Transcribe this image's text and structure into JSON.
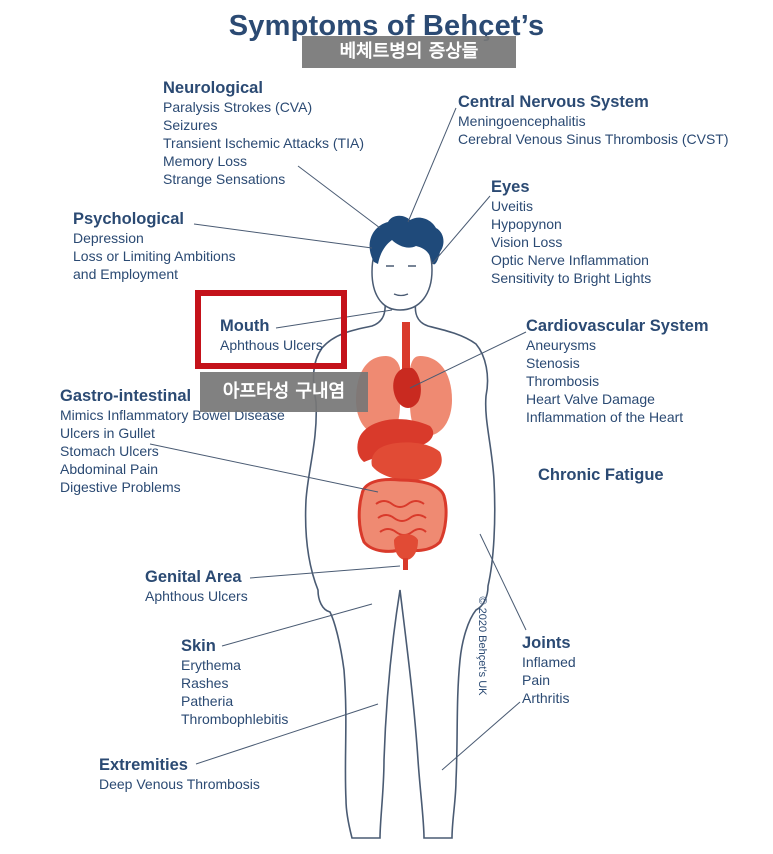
{
  "title": "Symptoms of Behçet’s",
  "title_caption": "베체트병의 증상들",
  "mouth_caption": "아프타성 구내염",
  "copyright": "© 2020 Behçet’s UK",
  "colors": {
    "text": "#2b4a73",
    "highlight": "#c4121a",
    "caption_bg": "#767676",
    "organ_red": "#d93a2b",
    "organ_salmon": "#ef8a72",
    "hair": "#1f4a7a"
  },
  "groups": [
    {
      "id": "neurological",
      "heading": "Neurological",
      "items": [
        "Paralysis Strokes (CVA)",
        "Seizures",
        "Transient Ischemic Attacks (TIA)",
        "Memory Loss",
        "Strange Sensations"
      ]
    },
    {
      "id": "cns",
      "heading": "Central Nervous System",
      "items": [
        "Meningoencephalitis",
        "Cerebral Venous Sinus Thrombosis (CVST)"
      ]
    },
    {
      "id": "psychological",
      "heading": "Psychological",
      "items": [
        "Depression",
        "Loss or Limiting Ambitions",
        "and Employment"
      ]
    },
    {
      "id": "eyes",
      "heading": "Eyes",
      "items": [
        "Uveitis",
        "Hypopynon",
        "Vision Loss",
        "Optic Nerve Inflammation",
        "Sensitivity to Bright Lights"
      ]
    },
    {
      "id": "mouth",
      "heading": "Mouth",
      "items": [
        "Aphthous Ulcers"
      ]
    },
    {
      "id": "cardio",
      "heading": "Cardiovascular System",
      "items": [
        "Aneurysms",
        "Stenosis",
        "Thrombosis",
        "Heart Valve Damage",
        "Inflammation of the Heart"
      ]
    },
    {
      "id": "gastro",
      "heading": "Gastro-intestinal",
      "items": [
        "Mimics Inflammatory Bowel Disease",
        "Ulcers in Gullet",
        "Stomach Ulcers",
        "Abdominal Pain",
        "Digestive Problems"
      ]
    },
    {
      "id": "fatigue",
      "heading": "Chronic Fatigue",
      "items": []
    },
    {
      "id": "genital",
      "heading": "Genital Area",
      "items": [
        "Aphthous Ulcers"
      ]
    },
    {
      "id": "skin",
      "heading": "Skin",
      "items": [
        "Erythema",
        "Rashes",
        "Patheria",
        "Thrombophlebitis"
      ]
    },
    {
      "id": "joints",
      "heading": "Joints",
      "items": [
        "Inflamed",
        "Pain",
        "Arthritis"
      ]
    },
    {
      "id": "extremities",
      "heading": "Extremities",
      "items": [
        "Deep Venous Thrombosis"
      ]
    }
  ]
}
